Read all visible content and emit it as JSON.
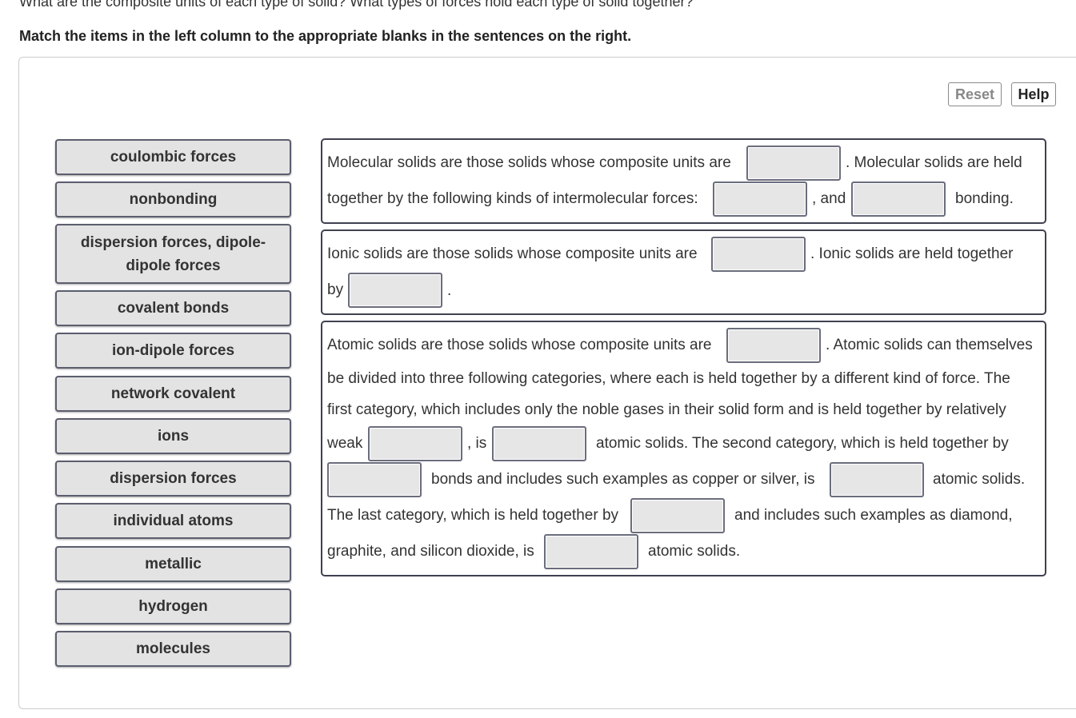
{
  "question": "What are the composite units of each type of solid? What types of forces hold each type of solid together?",
  "instructions": "Match the items in the left column to the appropriate blanks in the sentences on the right.",
  "toolbar": {
    "reset_label": "Reset",
    "help_label": "Help"
  },
  "labels": [
    "coulombic forces",
    "nonbonding",
    "dispersion forces, dipole-dipole forces",
    "covalent bonds",
    "ion-dipole forces",
    "network covalent",
    "ions",
    "dispersion forces",
    "individual atoms",
    "metallic",
    "hydrogen",
    "molecules"
  ],
  "s1": {
    "t1": "Molecular solids are those solids whose composite units are",
    "t2": ". Molecular solids are held",
    "t3": "together by the following kinds of intermolecular forces:",
    "t4": ", and",
    "t5": "bonding."
  },
  "s2": {
    "t1": "Ionic solids are those solids whose composite units are",
    "t2": ". Ionic solids are held together",
    "t3": "by",
    "t4": "."
  },
  "s3": {
    "t1": "Atomic solids are those solids whose composite units are",
    "t2": ". Atomic solids can themselves",
    "t3": "be divided into three following categories, where each is held together by a different kind of force. The",
    "t4": "first category, which includes only the noble gases in their solid form and is held together by relatively",
    "t5": "weak",
    "t6": ", is",
    "t7": "atomic solids. The second category, which is held together by",
    "t8": "bonds and includes such examples as copper or silver, is",
    "t9": "atomic solids.",
    "t10": "The last category, which is held together by",
    "t11": "and includes such examples as diamond,",
    "t12": "graphite, and silicon dioxide, is",
    "t13": "atomic solids."
  }
}
